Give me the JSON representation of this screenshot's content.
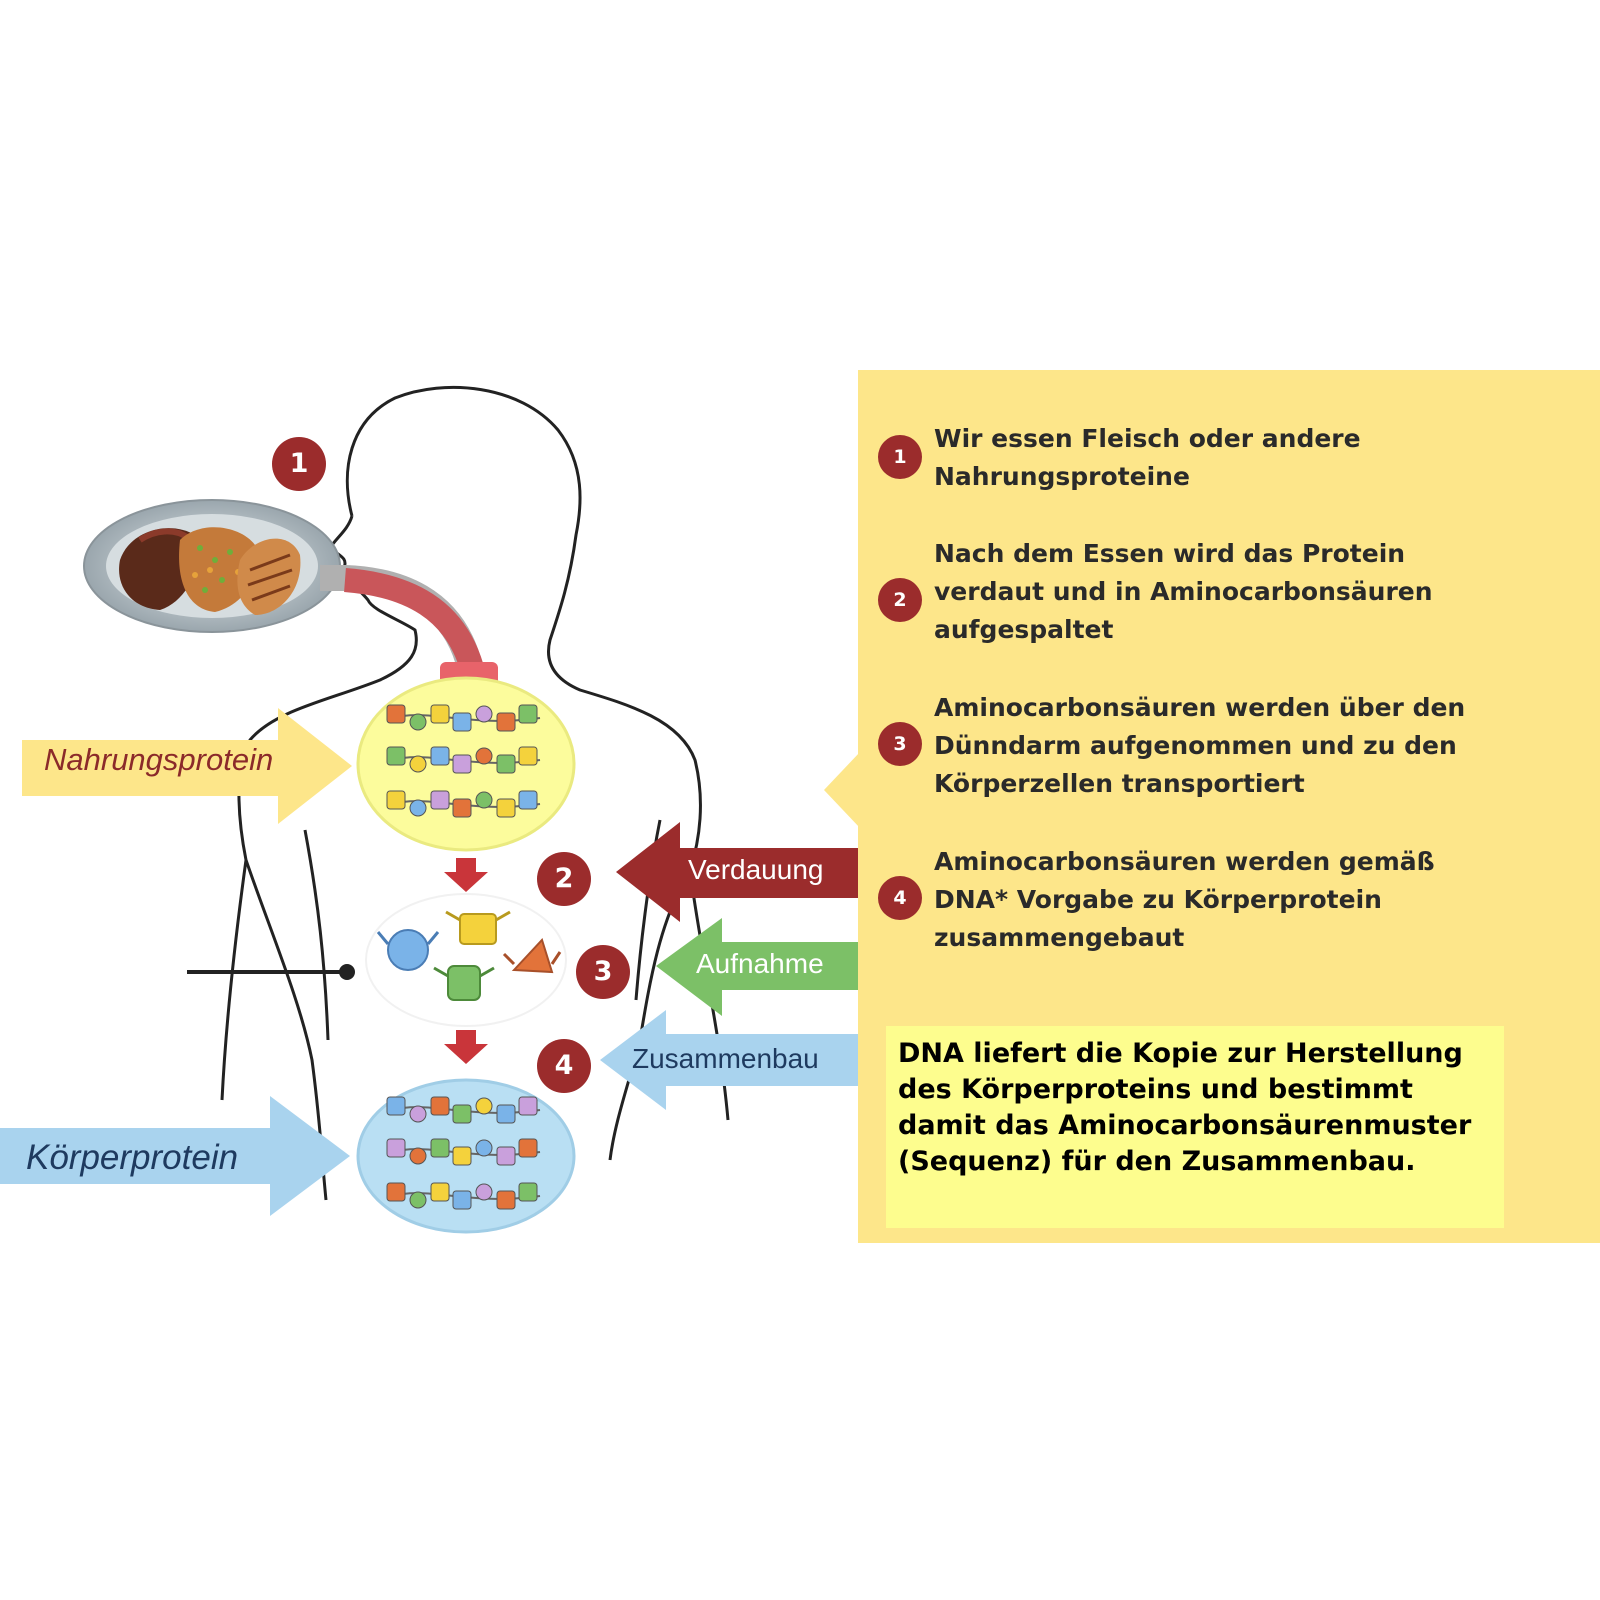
{
  "colors": {
    "panel": "#fde68a",
    "note": "#fdfd8e",
    "step_badge": "#9b2c2c",
    "verdauung_arrow": "#9b2c2c",
    "aufnahme_arrow": "#7cc067",
    "zusammenbau_arrow": "#a9d3ee",
    "nahrung_arrow": "#fde68a",
    "koerper_arrow": "#a9d3ee"
  },
  "diagram": {
    "labels": {
      "nahrungsprotein": "Nahrungsprotein",
      "koerperprotein": "Körperprotein",
      "verdauung": "Verdauung",
      "aufnahme": "Aufnahme",
      "zusammenbau": "Zusammenbau"
    },
    "badges": [
      "1",
      "2",
      "3",
      "4"
    ]
  },
  "steps": [
    {
      "number": "1",
      "text": "Wir essen Fleisch oder andere Nahrungsproteine"
    },
    {
      "number": "2",
      "text": "Nach dem Essen wird das Protein verdaut und in Aminocarbonsäuren aufgespaltet"
    },
    {
      "number": "3",
      "text": "Aminocarbonsäuren werden über den Dünndarm aufgenommen und zu den Körperzellen transportiert"
    },
    {
      "number": "4",
      "text": "Aminocarbonsäuren werden gemäß DNA* Vorgabe zu Körperprotein zusammengebaut"
    }
  ],
  "dna_note": "DNA liefert die Kopie zur Herstellung des Körperproteins und bestimmt damit das Aminocarbonsäurenmuster (Sequenz) für den Zusammenbau."
}
